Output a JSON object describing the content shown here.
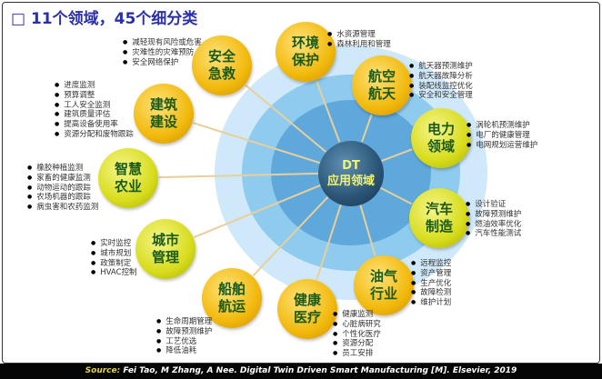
{
  "title": "□ 11个领域，45个细分类",
  "hub": {
    "line1": "DT",
    "line2": "应用领域"
  },
  "nodes": [
    {
      "label": "安全\n急救",
      "items": [
        "减轻现有风险或危害",
        "灾难性的灾难预防",
        "安全网络保护"
      ]
    },
    {
      "label": "环境\n保护",
      "items": [
        "水资源管理",
        "森林利用和管理"
      ]
    },
    {
      "label": "航空\n航天",
      "items": [
        "航天器预测维护",
        "航天器故障分析",
        "装配线监控优化",
        "安全和安全管理"
      ]
    },
    {
      "label": "电力\n领域",
      "items": [
        "涡轮机预测维护",
        "电厂的健康管理",
        "电网规划运营维护"
      ]
    },
    {
      "label": "汽车\n制造",
      "items": [
        "设计验证",
        "故障预测维护",
        "燃油效率优化",
        "汽车性能测试"
      ]
    },
    {
      "label": "油气\n行业",
      "items": [
        "远程监控",
        "资产管理",
        "生产优化",
        "故障检测",
        "维护计划"
      ]
    },
    {
      "label": "健康\n医疗",
      "items": [
        "健康监测",
        "心脏病研究",
        "个性化医疗",
        "资源分配",
        "员工安排"
      ]
    },
    {
      "label": "船舶\n航运",
      "items": [
        "生命周期管理",
        "故障预测维护",
        "工艺优选",
        "降低油耗"
      ]
    },
    {
      "label": "城市\n管理",
      "items": [
        "实时监控",
        "城市规划",
        "政策制定",
        "HVAC控制"
      ]
    },
    {
      "label": "智慧\n农业",
      "items": [
        "橡胶种植监测",
        "家畜的健康监测",
        "动物运动的跟踪",
        "农场机器的跟踪",
        "病虫害和农药监测"
      ]
    },
    {
      "label": "建筑\n建设",
      "items": [
        "进度监测",
        "预算调整",
        "工人安全监测",
        "建筑质量评估",
        "提高设备使用率",
        "资源分配和废物跟踪"
      ]
    }
  ],
  "footer": {
    "source_label": "Source:",
    "citation": " Fei Tao, M Zhang, A Nee. Digital Twin Driven Smart Manufacturing [M]. Elsevier,  2019"
  }
}
